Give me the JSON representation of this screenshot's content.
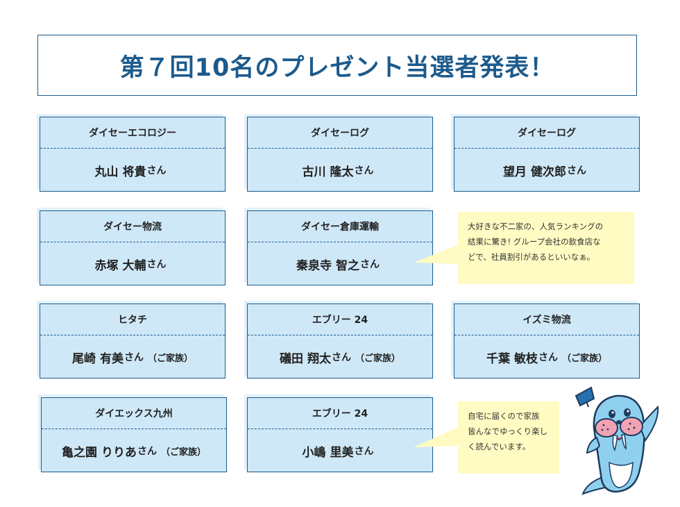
{
  "title": "第７回10名のプレゼント当選者発表！",
  "winners": [
    {
      "company": "ダイセーエコロジー",
      "name": "丸山 将貴",
      "suffix": "さん",
      "family": ""
    },
    {
      "company": "ダイセーログ",
      "name": "古川 隆太",
      "suffix": "さん",
      "family": ""
    },
    {
      "company": "ダイセーログ",
      "name": "望月 健次郎",
      "suffix": "さん",
      "family": ""
    },
    {
      "company": "ダイセー物流",
      "name": "赤塚 大輔",
      "suffix": "さん",
      "family": ""
    },
    {
      "company": "ダイセー倉庫運輸",
      "name": "秦泉寺 智之",
      "suffix": "さん",
      "family": ""
    },
    {
      "company": "ヒタチ",
      "name": "尾崎 有美",
      "suffix": "さん",
      "family": "（ご家族）"
    },
    {
      "company": "エブリー 24",
      "name": "礒田 翔太",
      "suffix": "さん",
      "family": "（ご家族）"
    },
    {
      "company": "イズミ物流",
      "name": "千葉 敏枝",
      "suffix": "さん",
      "family": "（ご家族）"
    },
    {
      "company": "ダイエックス九州",
      "name": "亀之園 りりあ",
      "suffix": "さん",
      "family": "（ご家族）"
    },
    {
      "company": "エブリー 24",
      "name": "小嶋 里美",
      "suffix": "さん",
      "family": ""
    }
  ],
  "comments": [
    {
      "text": "大好きな不二家の、人気ランキングの\n結果に驚き! グループ会社の飲食店な\nどで、社員割引があるといいなぁ。"
    },
    {
      "text": "自宅に届くので家族\n皆んなでゆっくり楽し\nく読んでいます。"
    }
  ],
  "mascot": {
    "icon": "walrus-mascot-icon",
    "colors": {
      "body": "#8fd0ef",
      "cheeks": "#f2a3b3",
      "flag": "#2a6fb0"
    }
  }
}
